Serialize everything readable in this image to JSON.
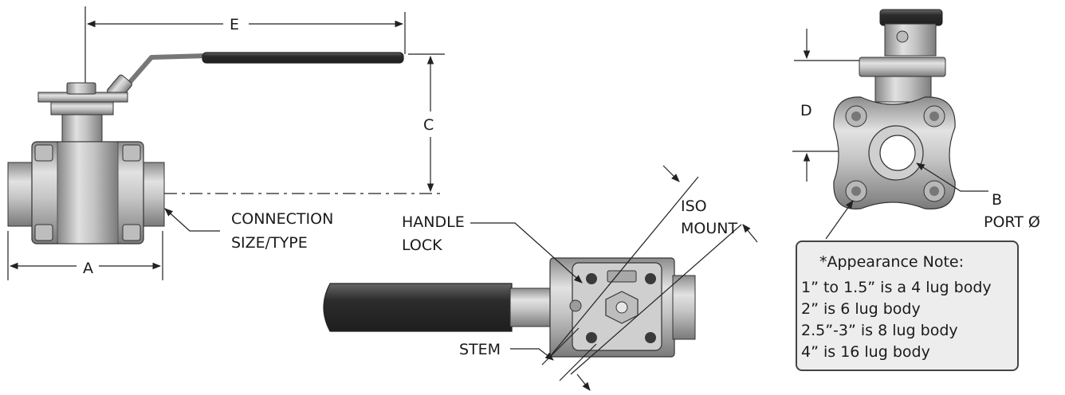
{
  "labels": {
    "e": "E",
    "c": "C",
    "a": "A",
    "d": "D",
    "b": "B",
    "port": "PORT Ø",
    "connection": "CONNECTION",
    "size_type": "SIZE/TYPE",
    "handle": "HANDLE",
    "lock": "LOCK",
    "iso": "ISO",
    "mount": "MOUNT",
    "stem": "STEM"
  },
  "note": {
    "title": "*Appearance Note:",
    "lines": [
      "1” to 1.5” is a 4 lug body",
      "2” is 6 lug body",
      "2.5”-3” is 8 lug body",
      "4” is 16 lug body"
    ]
  },
  "colors": {
    "metal": "#bcbcbc",
    "metal_dark": "#8a8a8a",
    "handle_grip": "#3c3c3c",
    "line": "#222222",
    "note_bg": "#ededed"
  }
}
